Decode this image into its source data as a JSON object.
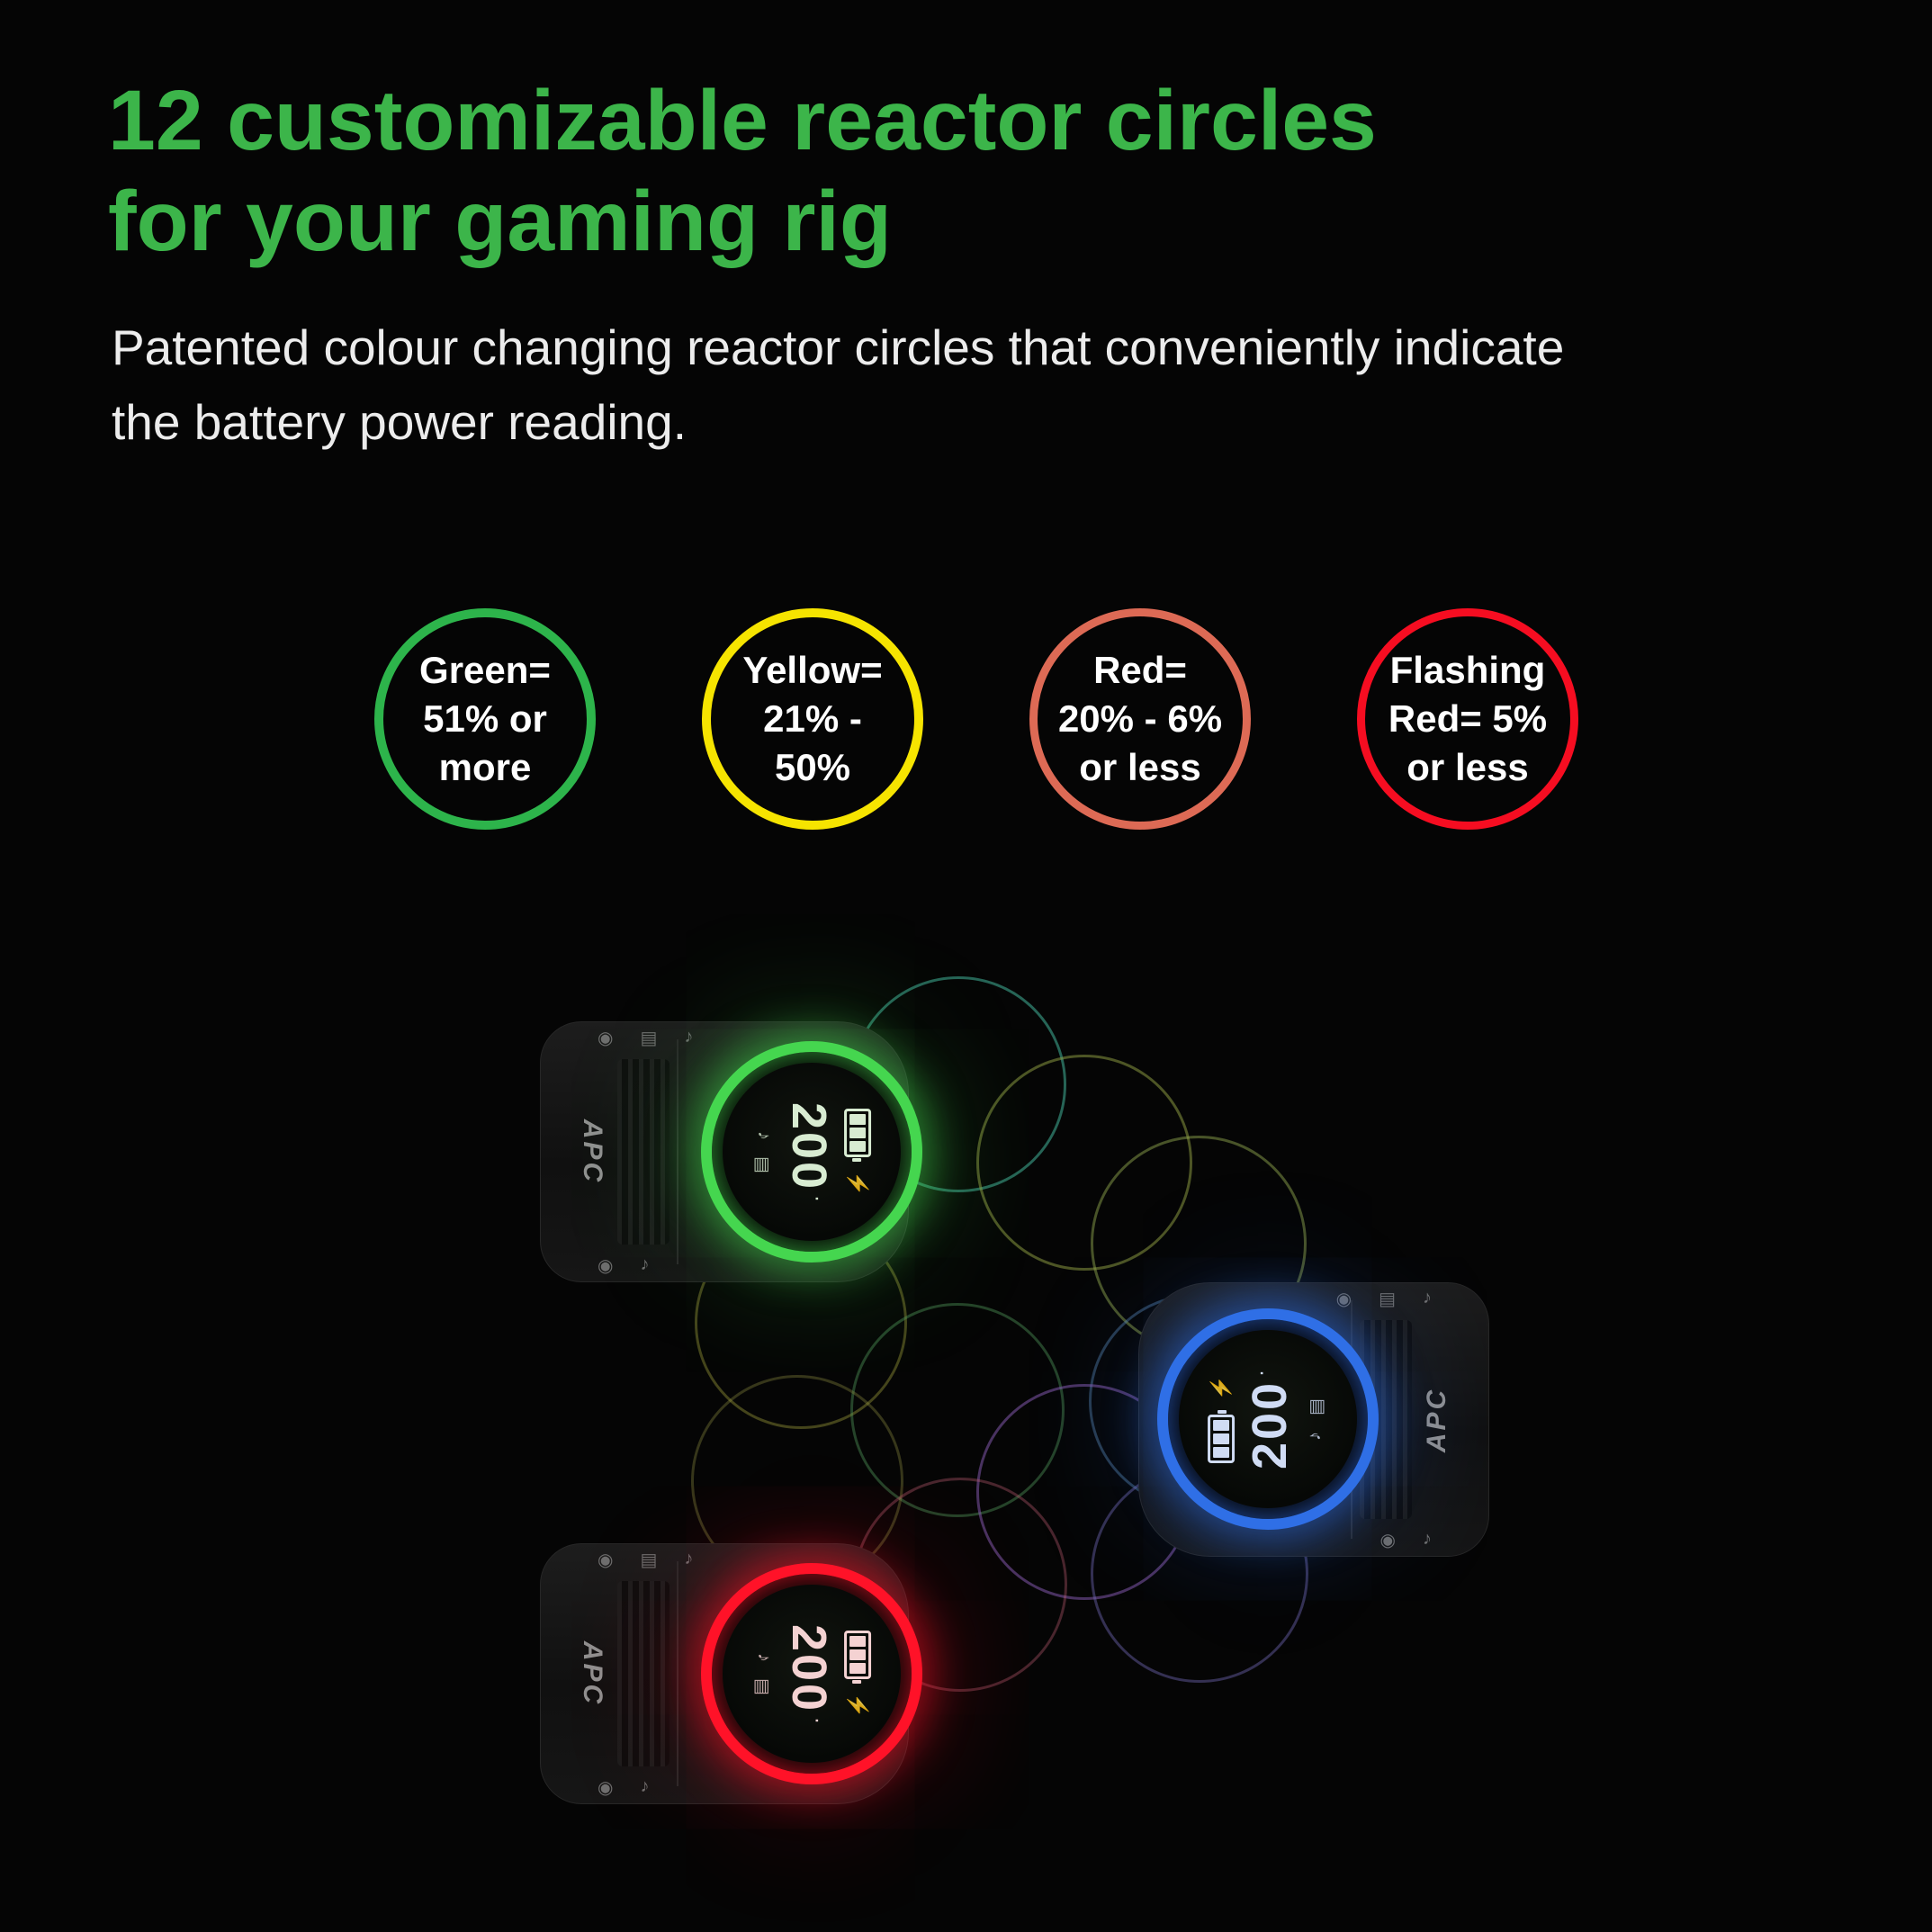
{
  "page": {
    "background_color": "#050505",
    "title_line1": "12 customizable reactor circles",
    "title_line2": "for your gaming rig",
    "title_color": "#3cb54a",
    "subtitle_line1": "Patented colour changing reactor circles that conveniently indicate",
    "subtitle_line2": "the battery power reading."
  },
  "indicators": [
    {
      "name": "green",
      "label": "Green= 51% or more",
      "color": "#2db44b"
    },
    {
      "name": "yellow",
      "label": "Yellow= 21% - 50%",
      "color": "#f6e400"
    },
    {
      "name": "red",
      "label": "Red= 20% - 6% or less",
      "color": "#dd6a55"
    },
    {
      "name": "flashing-red",
      "label": "Flashing Red= 5% or less",
      "color": "#f60d21"
    }
  ],
  "devices": [
    {
      "name": "green-ring-ups",
      "brand": "APC",
      "reading": "200",
      "unit_mark": "·",
      "ring_color": "#45d64f"
    },
    {
      "name": "blue-ring-ups",
      "brand": "APC",
      "reading": "200",
      "unit_mark": "·",
      "ring_color": "#2f6fe6"
    },
    {
      "name": "red-ring-ups",
      "brand": "APC",
      "reading": "200",
      "unit_mark": "·",
      "ring_color": "#ff1228"
    }
  ],
  "icons": {
    "power": "◉",
    "display": "▤",
    "mute": "♪",
    "charge": "⚡"
  }
}
